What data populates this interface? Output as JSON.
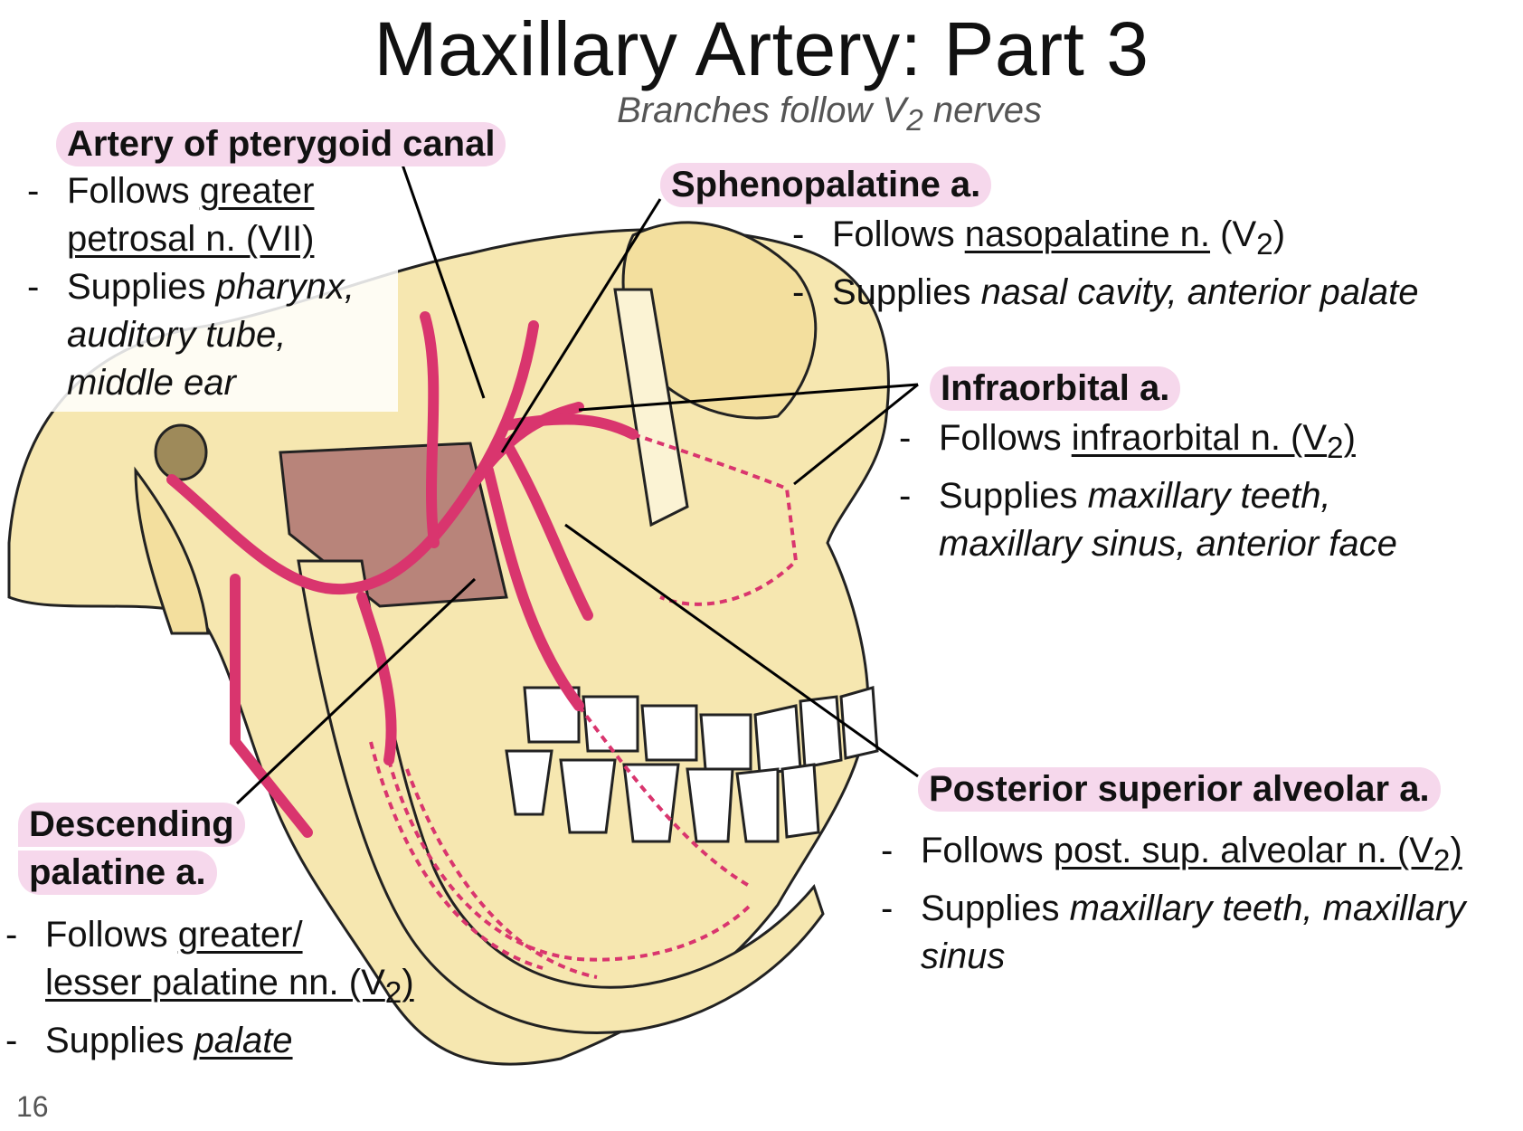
{
  "title": "Maxillary Artery: Part 3",
  "subtitle": {
    "pre": "Branches follow V",
    "sub": "2",
    "post": " nerves"
  },
  "page_number": "16",
  "colors": {
    "label_bg": "#f6d8ec",
    "artery": "#d9356e",
    "bone": "#f6e7b0",
    "muscle": "#b8847a"
  },
  "labels": {
    "pterygoid": {
      "name": "Artery of pterygoid canal",
      "b1_pre": "Follows ",
      "b1_link_1": "greater",
      "b1_link_2": "petrosal n. (VII)",
      "b2_pre": "Supplies ",
      "b2_i1": "pharynx,",
      "b2_i2": "auditory tube,",
      "b2_i3": "middle ear"
    },
    "sphenopalatine": {
      "name": "Sphenopalatine a.",
      "b1_pre": "Follows ",
      "b1_link": "nasopalatine n.",
      "b1_post_1": " (V",
      "b1_sub": "2",
      "b1_post_2": ")",
      "b2_pre": "Supplies ",
      "b2_i": "nasal cavity, anterior palate"
    },
    "infraorbital": {
      "name": "Infraorbital a.",
      "b1_pre": "Follows ",
      "b1_link": "infraorbital n. (V",
      "b1_sub": "2",
      "b1_post": ")",
      "b2_pre": "Supplies ",
      "b2_i1": "maxillary teeth,",
      "b2_i2": "maxillary sinus, anterior face"
    },
    "psa": {
      "name": "Posterior superior alveolar a.",
      "b1_pre": "Follows ",
      "b1_link": "post. sup. alveolar n. (V",
      "b1_sub": "2",
      "b1_post": ")",
      "b2_pre": "Supplies ",
      "b2_i1": "maxillary teeth, maxillary",
      "b2_i2": "sinus"
    },
    "descending": {
      "name_1": "Descending",
      "name_2": "palatine a.",
      "b1_pre": "Follows ",
      "b1_link_1": "greater/",
      "b1_link_2": "lesser palatine nn. (V",
      "b1_sub": "2",
      "b1_post": ")",
      "b2_pre": "Supplies ",
      "b2_link": "palate"
    }
  }
}
